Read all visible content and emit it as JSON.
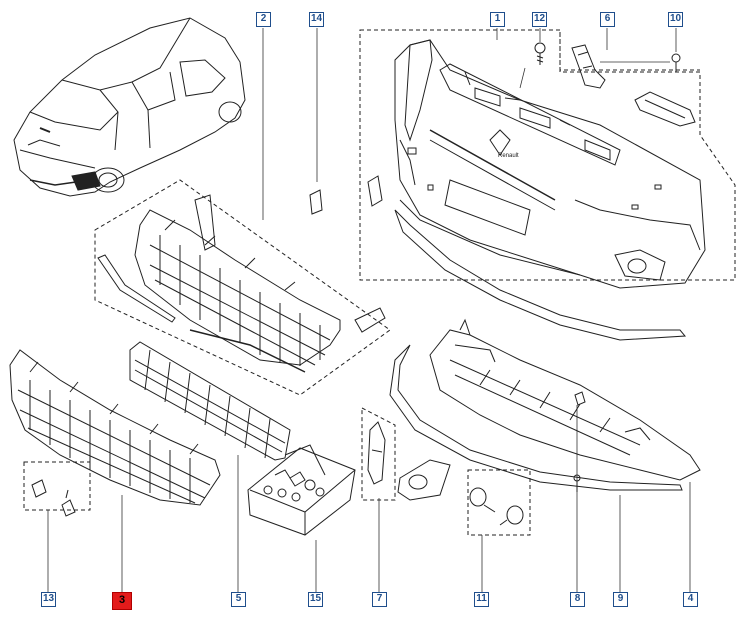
{
  "diagram": {
    "labels": [
      {
        "id": "l1",
        "text": "1"
      },
      {
        "id": "l2",
        "text": "2"
      },
      {
        "id": "l3",
        "text": "3",
        "selected": true
      },
      {
        "id": "l4",
        "text": "4"
      },
      {
        "id": "l5",
        "text": "5"
      },
      {
        "id": "l6",
        "text": "6"
      },
      {
        "id": "l7",
        "text": "7"
      },
      {
        "id": "l8",
        "text": "8"
      },
      {
        "id": "l9",
        "text": "9"
      },
      {
        "id": "l10",
        "text": "10"
      },
      {
        "id": "l11",
        "text": "11"
      },
      {
        "id": "l12",
        "text": "12"
      },
      {
        "id": "l13",
        "text": "13"
      },
      {
        "id": "l14",
        "text": "14"
      },
      {
        "id": "l15",
        "text": "15"
      }
    ],
    "bumper_text": [
      "Renault"
    ]
  },
  "colors": {
    "label_border": "#1f4e8c",
    "label_text": "#1f4e8c",
    "selected_fill": "#e31b1b",
    "line": "#222222"
  }
}
